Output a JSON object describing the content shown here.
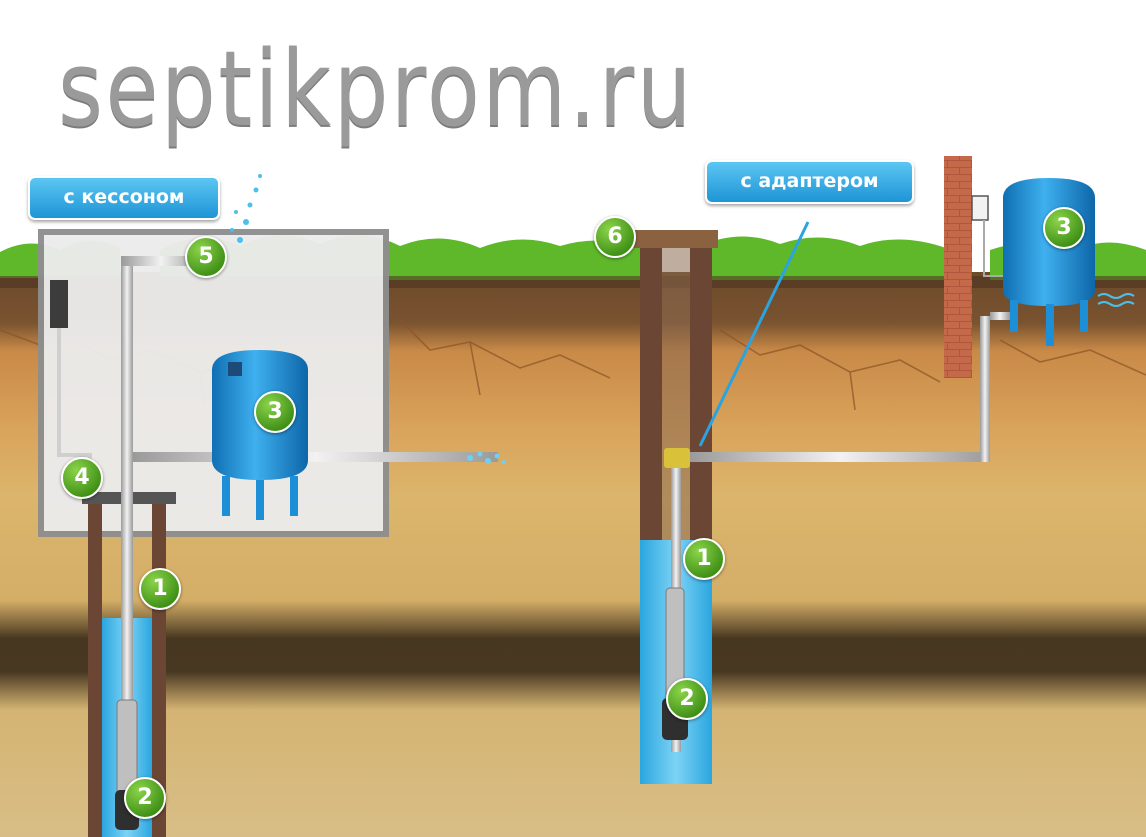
{
  "watermark": "septikprom.ru",
  "callouts": {
    "caisson": "с кессоном",
    "adapter": "с адаптером"
  },
  "badges": {
    "caisson_submersible_pump": "1",
    "caisson_pump_bottom": "2",
    "caisson_tank": "3",
    "caisson_wellhead": "4",
    "caisson_hatch": "5",
    "adapter_submersible_pump": "1",
    "adapter_pump_bottom": "2",
    "adapter_house_tank": "3",
    "adapter_well_cap": "6"
  },
  "colors": {
    "sky": "#ffffff",
    "grass": "#5fb82a",
    "topsoil": "#6b4a2a",
    "clay": "#d49a52",
    "sand": "#d9b56a",
    "aquifer_shadow": "#3a2a18",
    "water": "#3fb6e8",
    "tank": "#1c8fd6",
    "caisson_box": "#ececec",
    "badge": "#5aa82a",
    "callout": "#2aa3e0"
  }
}
